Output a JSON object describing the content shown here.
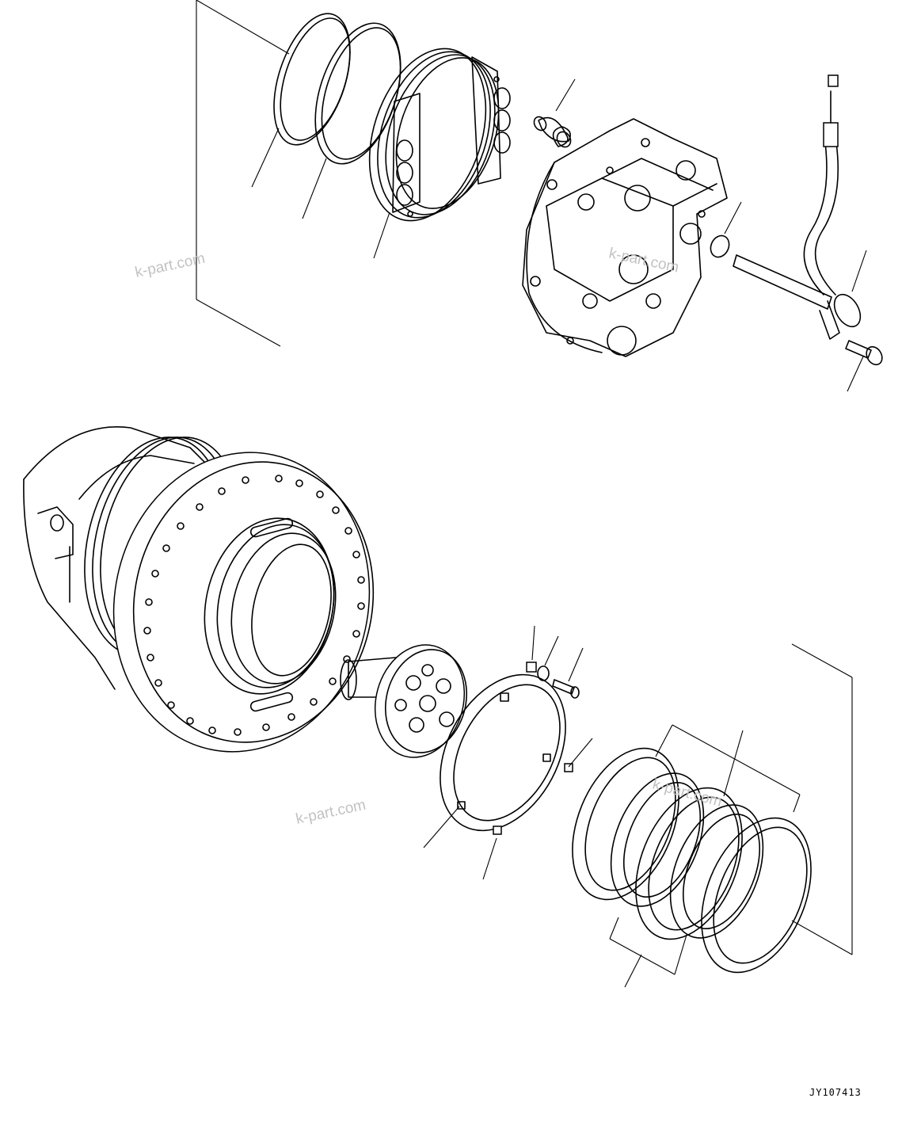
{
  "drawing_code": "JY107413",
  "watermarks": [
    "k-part.com",
    "k-part.com",
    "k-part.com",
    "k-part.com"
  ]
}
